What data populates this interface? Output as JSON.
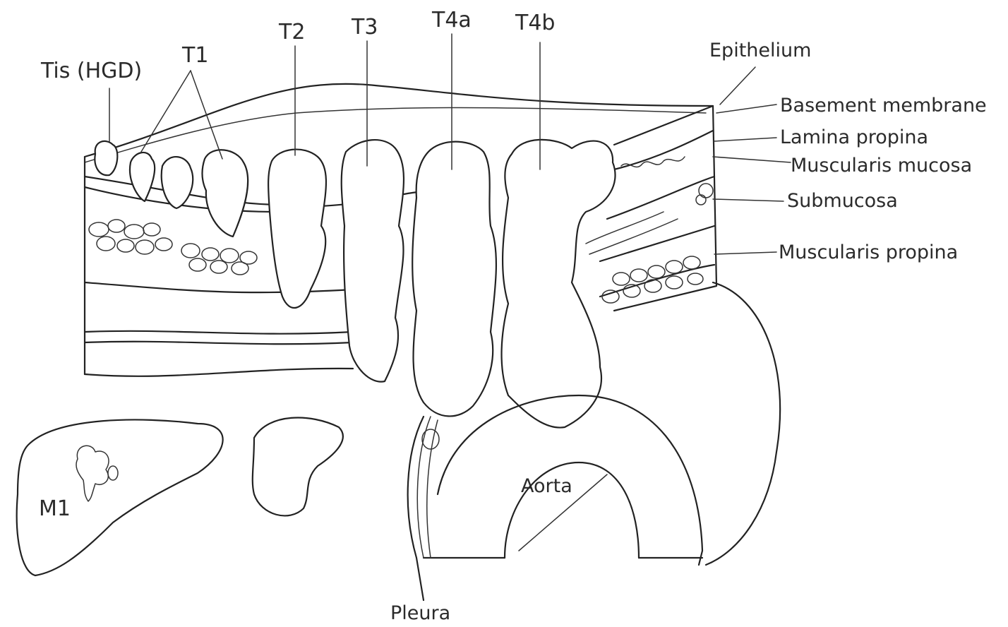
{
  "stages": {
    "tis": "Tis (HGD)",
    "t1": "T1",
    "t2": "T2",
    "t3": "T3",
    "t4a": "T4a",
    "t4b": "T4b",
    "m1": "M1"
  },
  "layers": {
    "epithelium": "Epithelium",
    "basement_membrane": "Basement membrane",
    "lamina_propria": "Lamina propina",
    "muscularis_mucosa": "Muscularis mucosa",
    "submucosa": "Submucosa",
    "muscularis_propria": "Muscularis propina"
  },
  "structures": {
    "aorta": "Aorta",
    "pleura": "Pleura"
  }
}
